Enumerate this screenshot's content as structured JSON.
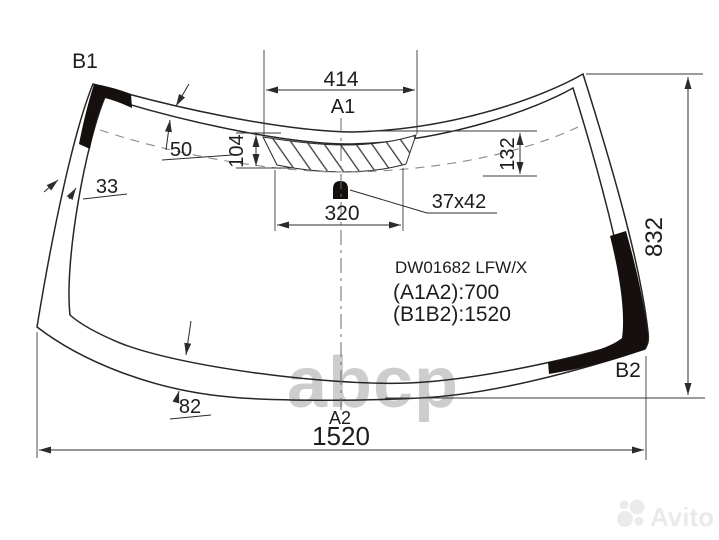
{
  "diagram": {
    "kind": "windshield-dimension-drawing",
    "part": {
      "code": "DW01682 LFW/X",
      "spec_a1a2": "(A1A2):700",
      "spec_b1b2": "(B1B2):1520"
    },
    "corner_labels": {
      "b1": "B1",
      "a1": "A1",
      "a2": "A2",
      "b2": "B2"
    },
    "dims": {
      "top_width": "414",
      "frit_height_left": "104",
      "frit_height_right": "132",
      "mount_width": "320",
      "mount_size": "37x42",
      "band_top": "50",
      "band_left": "33",
      "band_bottom": "82",
      "glass_height": "832",
      "glass_width": "1520"
    },
    "colors": {
      "line": "#2b2b2b",
      "ceramic_black": "#15100e",
      "paper": "#ffffff",
      "watermark_gray": "#9c9c9c"
    }
  },
  "watermarks": {
    "center": "abcp",
    "brand": "Avito"
  }
}
